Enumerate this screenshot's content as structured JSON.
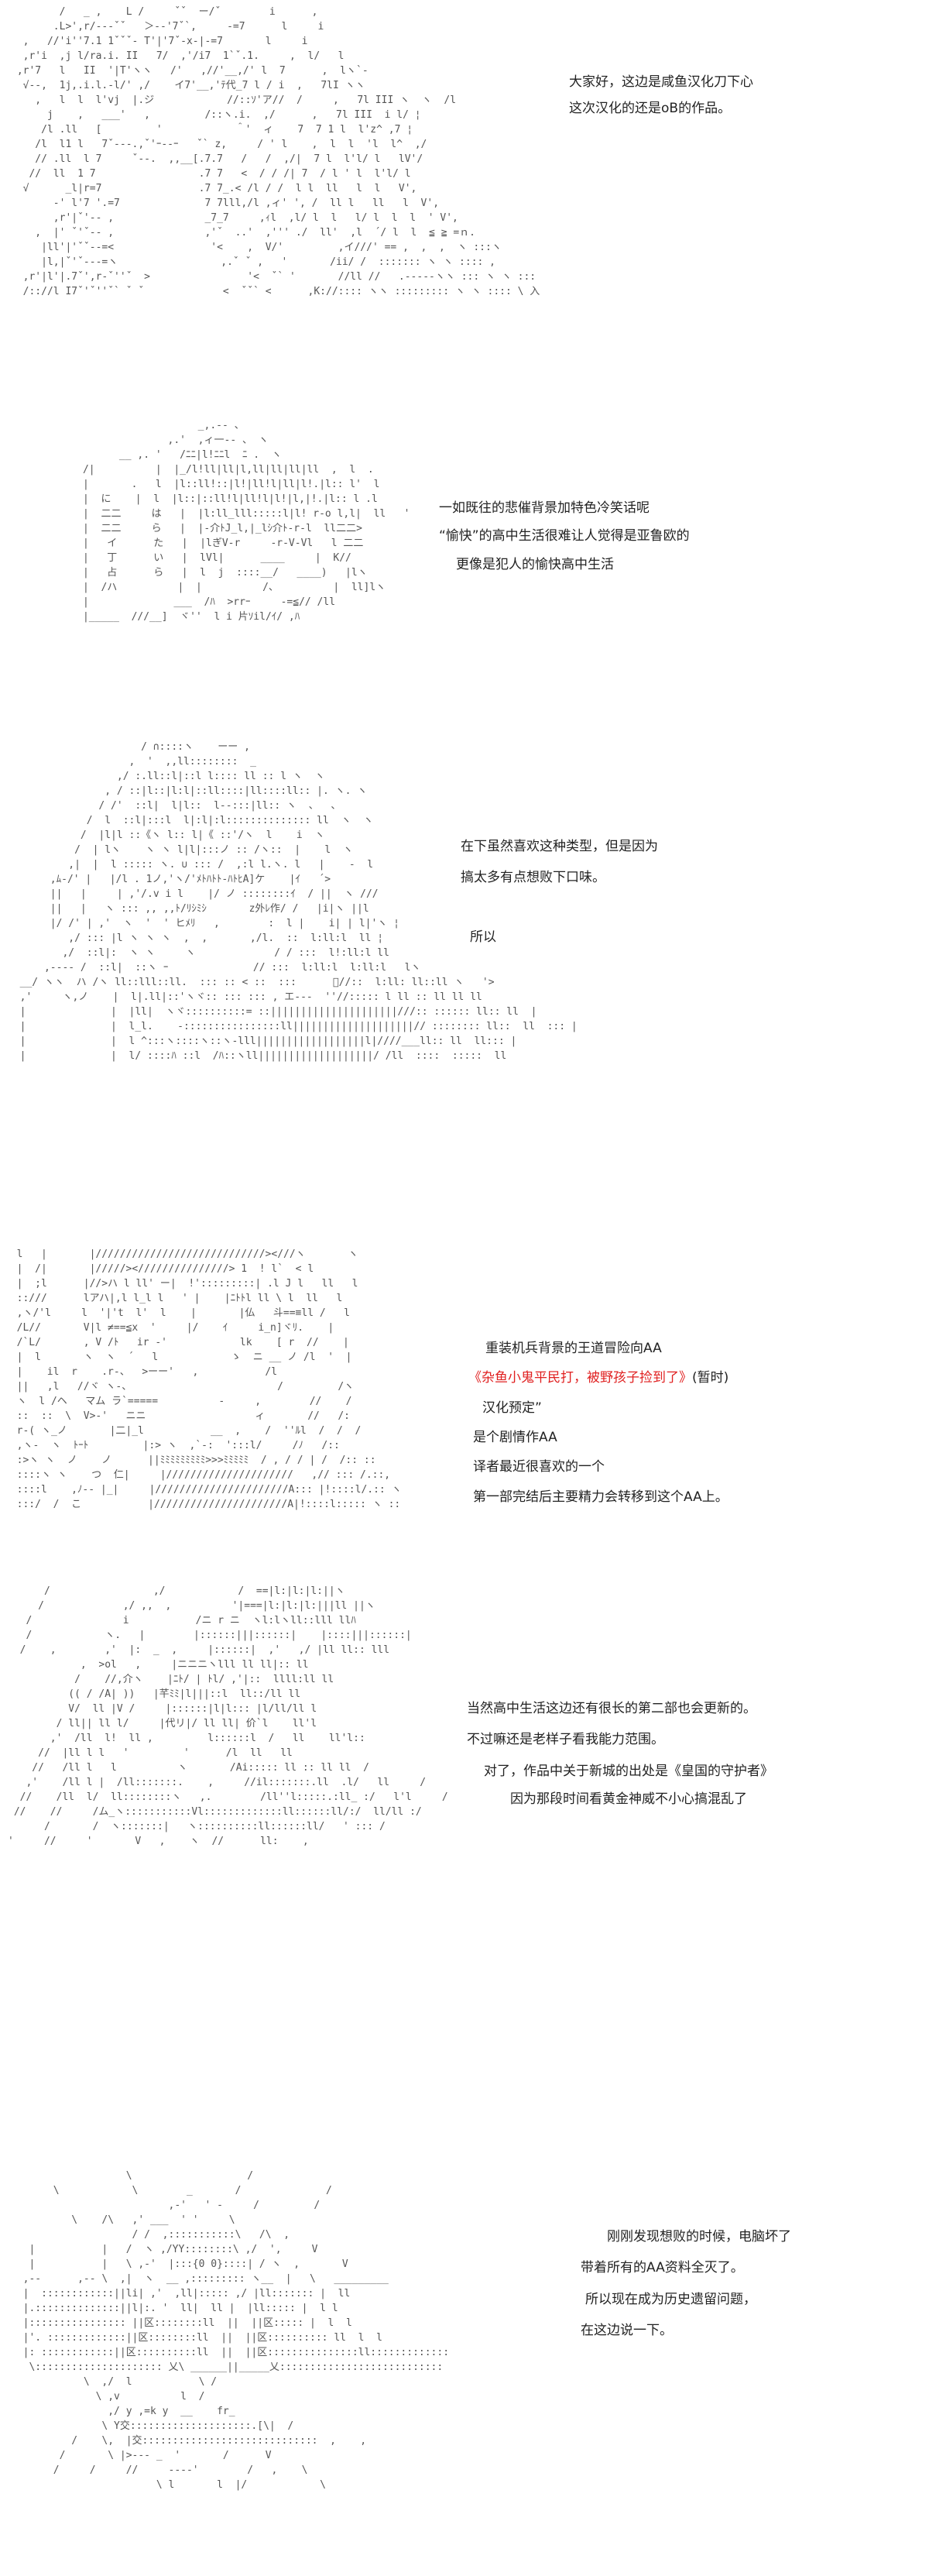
{
  "panels": [
    {
      "id": "p1",
      "text": [
        "大家好，这边是咸鱼汉化刀下心",
        "这次汉化的还是oB的作品。"
      ],
      "art": [
        "        /   _ ,    L /     ˇˇ  ー/ˇ        i      ,",
        "       .L>',r/‐-‐ˇˇ   ＞-‐'7ˇ`,     -=7      l     i",
        "  ,   //'i''7.1 1ˇˇˇ‐ T'|'7ˇ-x-|‐=7       l     i",
        "  ,r'i  ,j l/ra.i. II   7/  ,'/i7  1`ˇ.1.     ,  l/   l",
        " ,r'7   l   II  '|T'ヽヽ   /'   ,//'__,/' l  7      ,  lヽ`-",
        "  √-‐,  1j,.i.l.-l/' ,/    イ7'__,'ﾃ代_7 l / i  ,   7lI ヽヽ",
        "    ,   l  l  l'vj  |.ジ            //::ｿ'ア//  /     ,   7l III ヽ  ヽ  /l",
        "      j    ,   ___'   ,         /::ヽ.i.  ,/      ,   7l III  i l/ ¦",
        "     /l .ll   [         '            ＾'  ィ    7  7 1 l  l'z^ ,7 ¦",
        "    /l  l1 l   7ˇ‐--.,ˇ'ｰ--ｰ   ˇ` z,     / ' l    ,  l  l  'l  l^  ,/",
        "    // .ll  l 7     ˇ‐-.  ,,__[.7.7   /   /  ,/|  7 l  l'l/ l   lV'/",
        "   //  ll  1 7                 .7 7   <  / / /| 7  / l ' l  l'l/ l",
        "  √      _l|r=7                .7 7_.< /l / /  l l  ll   l  l   V',",
        "       -' l'7 '.=7              7 7lll,/l ,ィ' ', /  ll l   ll   l  V',",
        "       ,r'|ˇ'-‐ ,               _7_7     ,ｨl  ,l/ l  l   l/ l  l  l  ' V',",
        "    ,  |' ˇ'ˇ-‐ ,               ,'ˇ  ..'  ,''' ./  ll'  ,l  ´/ l  l  ≦ ≧ =ｎ.",
        "     |ll'|'ˇˇ‐-=<                '<    ,  V/'         ,イ///' == ,  ,  ,  ヽ :::ヽ",
        "     |l,|ˇ'ˇ‐--=ヽ                 ,.ˇ ˇ ,   '       /ii/ /  ::::::: ヽ ヽ :::: ,",
        "  ,r'|l'|.7ˇ',r-ˇ''ˇ  >                '<  ˇ` '       //ll //   .-----ヽヽ ::: ヽ ヽ :::",
        "  /:://l I7ˇ'ˇ''ˇ` ˇ ˇ             <  ˇˇ` <      ,K://:::: ヽヽ ::::::::: ヽ ヽ :::: \\ 入"
      ]
    },
    {
      "id": "p2",
      "text": [
        "一如既往的悲催背景加特色冷笑话呢",
        "“愉快”的高中生活很难让人觉得是亚鲁欧的",
        "更像是犯人的愉快高中生活"
      ],
      "art": [
        "                         _,.-‐ 、",
        "                    ,.'  ,ィ一-‐ 、 ヽ",
        "            __ ,. '   /ﾆﾆ|l!ﾆﾆl  ﾆ .  ヽ",
        "      /|          |  |_/l!ll|ll|l,ll|ll|ll|ll  ,  l  .",
        "      |       .   l  |l::ll!::|l!|ll!l|ll|l!.|l:: l'  l",
        "      |  に    |  l  |l::|::ll!l|ll!l|l!|l,|!.|l:: l .l",
        "      |  二二     は   |  |l:ll_lll:::::l|l! r‐o l,l|  ll   '",
        "      |  二二     ら   |  |‐介ﾄJ_l,|_lｼ介ﾄ‐r‐l  ll二二>",
        "      |   イ      た   |  |lぎV‐r     ‐r‐V‐Vl   l 二二",
        "      |   丁      い   |  lVl|      ____     |  K//",
        "      |   占      ら   |  l  j  ::::__/   ____)   |lヽ",
        "      |  /ハ          |  |          /、         |  ll]lヽ",
        "      |              ___  /ﾊ  >rrｰ     -=≦// /ll",
        "      |_____  ///__]  ヾ''  l i 片ｿil/ｲ/ ,ﾊ"
      ]
    },
    {
      "id": "p3",
      "text": [
        "在下虽然喜欢这种类型，但是因为",
        "搞太多有点想败下口味。",
        "",
        "所以"
      ],
      "art": [
        "                      / ∩::::ヽ    ーー ,",
        "                    ,  '  ,,ll::::::::  _",
        "                  ,/ :.ll::l|::l l:::: ll :: l ヽ  ヽ",
        "                , / ::|l::|l:l|::ll::::|ll::::ll:: |. ヽ. ヽ",
        "               / /'  ::l|  l|l::  l-‐:::|ll:: ヽ  、  、",
        "             /  l  ::l|:::l  l|:l|:l:::::::::::::: ll  ヽ  ヽ",
        "            /  |l|l ::《ヽ l:: l|《 ::'/ヽ  l    i  ヽ",
        "           /  | lヽ    ヽ ヽ l|l|:::ノ :: /ヽ::  |    l  ヽ",
        "          ,|  |  l ::::: ヽ. ∪ ::: /  ,:l l.ヽ. l   |    -  l",
        "       ,ﾑ‐/' |   |/l . 1ノ,'ヽ/'ﾒﾄﾊﾄﾄ-ﾊﾄﾋA]ケ    |ｲ   ´>",
        "       ||   |     | ,'/.v i l    |/ ノ ::::::::ｲ  / ||  ヽ ///",
        "       ||   |   ヽ ::: ,, ,,ﾄ/ﾘｼﾐｼ       z外ﾚ作/ /   |i|ヽ ||l",
        "       |/ /' | ,'  ヽ  '  ' ヒﾒﾘ   ,        :  l |    i| | l|'ヽ ¦",
        "          ,/ ::: |l ヽ ヽ ヽ  ,  ,       ,/l.  ::  l:ll:l  ll ¦",
        "         ,/  ::l|:  ヽ ヽ     ヽ             / / :::  l!:ll:l ll",
        "      ,---‐ /  ::l|  ::ヽ ｰ              // :::  l:ll:l  l:ll:l   lヽ",
        "  __/ ヽヽ  ハ /ヽ ll::lll::ll.  ::: :: < ::  :::      ゚//::  l:ll: ll::ll ヽ   '>",
        "  ,'     ヽ,ノ    |  l|.ll|::'ヽヾ:: ::: ::: , エ---  ''//::::: l ll :: ll ll ll",
        "  |              |  |ll|  ヽヾ::::::::::= ::|||||||||||||||||||||///:: :::::: ll:: ll  |",
        "  |              |  l_l.    -::::::::::::::::ll||||||||||||||||||||// :::::::: ll::  ll  ::: |",
        "  |              |  l ^:::ヽ::::ヽ::ヽ‐lll||||||||||||||||||l|////___ll:: ll  ll::: |",
        "  |              |  l/ ::::ﾊ ::l  /ﾊ::ヽll|||||||||||||||||||/ /ll  ::::  :::::  ll"
      ]
    },
    {
      "id": "p4",
      "text": [
        {
          "t": "重装机兵背景的王道冒险向AA",
          "red": false
        },
        {
          "t": "《杂鱼小鬼平民打，被野孩子捡到了》",
          "red": true,
          "suffix": "(暂时)"
        },
        {
          "t": "汉化预定”",
          "red": false
        },
        {
          "t": "是个剧情作AA",
          "red": false
        },
        {
          "t": "译者最近很喜欢的一个",
          "red": false
        },
        {
          "t": "第一部完结后主要精力会转移到这个AA上。",
          "red": false
        }
      ],
      "art": [
        "  l   |       |////////////////////////////><///ヽ       ヽ",
        "  |  /|       |/////><///////////////> 1  ! l`  < l",
        "  |  ;l      |//>ハ l ll' ー|  !':::::::::| .l J l   ll   l",
        "  ::///      lアハ|,l l_l l   ' |    |ﾆﾄﾄl ll \\ l  ll   l",
        "  ,ヽ/'l     l  '|'t  l'  l    |       |仏   斗==≡ll /   l",
        "  /L//       V|l ≠==≦x  '     |/    ｲ     i_n]ヾﾘ.    |",
        "  /`L/       , V /ﾄ   ir ‐'            lk    [ r  //    |",
        "  |  l       ヽ  ヽ  ´   l            ゝ  ニ __ ノ /l  '  |",
        "  |    il  r    .r‐、  >ーー'   ,           /l",
        "  ||   ,l   //ヾ ヽ-、                        /         /ヽ",
        "  ヽ  l /ヘ   マム ラ`=====          -     ,        //    /",
        "  ::  ::  \\  V>-'   ニニ                  ィ       //   /:",
        "  r-( ヽ_ノ       |二|_l           __  ,    /  ''ﾙl  /  /  /",
        "  ,ヽ-  ヽ  ﾄｰﾄ         |:> ヽ  ,`-:  ':::l/     /ﾉ   /::",
        "  :>ヽ ヽ  ノ    ノ      ||ﾐﾐﾐﾐﾐﾐﾐﾐﾐ>>>ﾐﾐﾐﾐﾐ  / , / / | /  /:: ::",
        "  ::::ヽ ヽ    つ  仁|     |/////////////////////   ,// ::: /.::,",
        "  ::::l    ,ﾉ-- |_|     |//////////////////////A::: |!::::l/.:: ヽ",
        "  :::/  /  こ           |//////////////////////A|!::::l::::: ヽ ::"
      ]
    },
    {
      "id": "p5",
      "text": [
        "当然高中生活这边还有很长的第二部也会更新的。",
        "不过嘛还是老样子看我能力范围。",
        "对了，作品中关于新城的出处是《皇国的守护者》",
        "因为那段时间看黄金神威不小心搞混乱了"
      ],
      "art": [
        "      /                 ,/            /  ==|l:|l:|l:||ヽ",
        "     /             ,/ ,,  ,          '|===|l:|l:|l:|||ll ||ヽ",
        "   /               i           /ニ r ニ  ヽl:lヽll::lll llﾊ",
        "   /            ヽ.   |        |::::::|||::::::|    |::::|||::::::|",
        "  /    ,        ,'  |:  _  ,     |::::::|  ,'   ,/ |ll ll:: lll",
        "            ,  >ol   ,     |ニニニヽlll ll ll|:: ll",
        "           /    //,介ヽ    |ﾆﾄ/ | ﾄl/ ,'|::  llll:ll ll",
        "          (( / /A| ))   |芊ﾐﾐ|l|||::l  ll::/ll ll",
        "          V/  ll |V /     |::::::|l|l::: |l/ll/ll l",
        "        / ll|| ll l/     |代リ|/ ll ll| 价`l    ll'l",
        "       ,'  /ll  l!  ll ,         l::::::l  /   ll    ll'l::",
        "     //  |ll l l   '         '      /l  ll   ll",
        "    //   /ll l   l          ヽ       /Ai::::: ll :: ll ll  /",
        "   ,'    /ll l |  /ll:::::::.    ,     //il:::::::.ll  .l/   ll     /",
        "  //    /ll  l/  ll::::::::ヽ   ,.        /ll''l:::::.:ll_ :/   l'l     /",
        " //    //     /ム_ヽ:::::::::::Vl:::::::::::::ll::::::ll/:/  ll/ll :/",
        "      /       /  ヽ:::::::|   ヽ::::::::::ll::::::ll/   ' ::: /",
        "'     //     '       V   ,    ヽ  //      ll:    ,"
      ]
    },
    {
      "id": "p6",
      "text": [
        "刚刚发现想败的时候，电脑坏了",
        "带着所有的AA资料全灭了。",
        "所以现在成为历史遗留问题，",
        "在这边说一下。"
      ],
      "art": [
        "                   \\                   /",
        "       \\            \\        _       /              /",
        "                          ,-'   ' -     /         /",
        "          \\    /\\   ,' ___  ' '     \\",
        "                    / /  ,:::::::::::\\   /\\  ,",
        "   |           |   /  ヽ ,/YY::::::::\\ ,/  ',     V",
        "   |           |   \\ ,-'  |:::{0 0}::::| / ヽ  ,       V",
        "  ,--      ,-- \\  ,|  ヽ  __ ,::::::::: ヽ__  |   \\   _________",
        "  |  ::::::::::::||li| ,'  ,ll|::::: ,/ |ll::::::: |  ll",
        "  |.::::::::::::::||l|:. '  ll|  ll |  |ll::::: |  l l",
        "  |:::::::::::::::: ||区::::::::ll  ||  ||区::::: |  l  l",
        "  |'. :::::::::::::||区::::::::ll  ||  ||区:::::::::: ll  l  l",
        "  |: ::::::::::::||区::::::::::ll  ||  ||区:::::::::::::::ll:::::::::::::",
        "   \\::::::::::::::::::::: 乂\\ ______||_____乂:::::::::::::::::::::::::::",
        "            \\  ,/  l           \\ /",
        "              \\ ,v          l  /",
        "                ,/ y ,=k y  __    fr_",
        "               \\ Y交::::::::::::::::::::.[\\|  /",
        "          /    \\,  |交:::::::::::::::::::::::::::::  ,    ,",
        "        /       \\ |>--- _  '       /      V",
        "       /     /     //     ----'        /   ,    \\",
        "                        \\ l       l  |/            \\"
      ]
    }
  ]
}
